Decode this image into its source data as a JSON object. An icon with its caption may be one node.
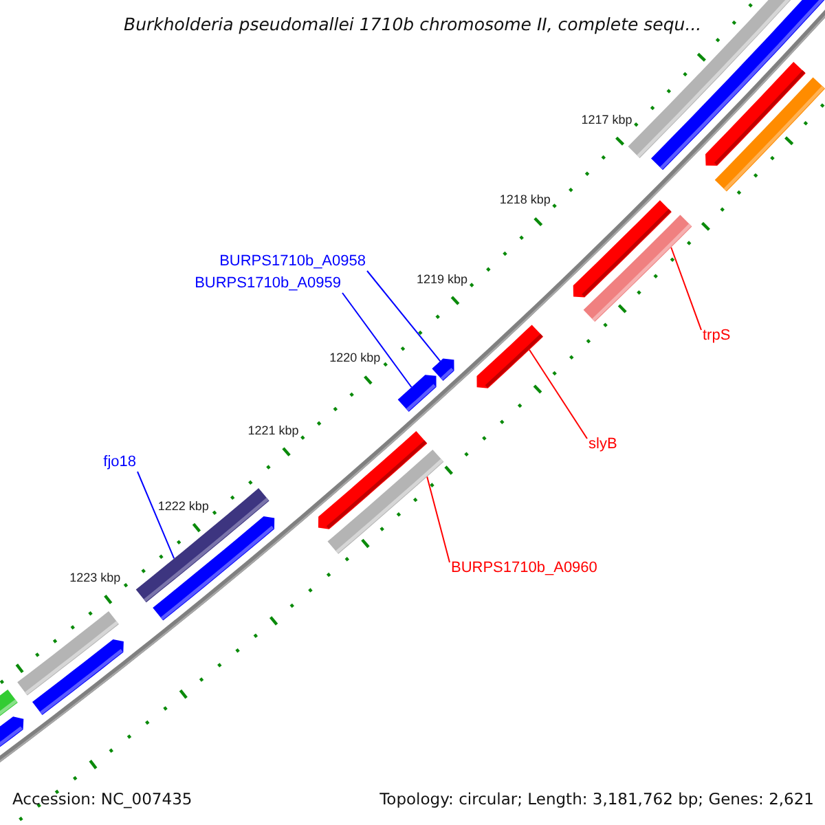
{
  "diagram": {
    "title": "Burkholderia pseudomallei 1710b chromosome II, complete sequ...",
    "nodes": [
      {
        "text": [
          "BURPS1710b_A0958"
        ]
      },
      {
        "text": [
          "BURPS1710b_A0959"
        ]
      },
      {
        "text": [
          "trpS"
        ]
      },
      {
        "text": [
          "slyB"
        ]
      },
      {
        "text": [
          "BURPS1710b_A0960"
        ]
      },
      {
        "text": [
          "fjo18"
        ]
      },
      {
        "text": [],
        "shape": "bar"
      },
      {
        "text": [],
        "shape": "bar"
      },
      {
        "text": [],
        "shape": "bar"
      },
      {
        "text": [],
        "shape": "bar"
      },
      {
        "text": [],
        "shape": "bar"
      },
      {
        "text": [],
        "shape": "bar"
      }
    ],
    "edges": [
      {
        "from": 0,
        "to": 6,
        "arrow": "none",
        "color": "#0000ff"
      },
      {
        "from": 1,
        "to": 7,
        "arrow": "none",
        "color": "#0000ff"
      },
      {
        "from": 2,
        "to": 8,
        "arrow": "none",
        "color": "#ff0000"
      },
      {
        "from": 3,
        "to": 9,
        "arrow": "none",
        "color": "#ff0000"
      },
      {
        "from": 4,
        "to": 10,
        "arrow": "none",
        "color": "#ff0000"
      },
      {
        "from": 5,
        "to": 11,
        "arrow": "none",
        "color": "#0000ff"
      }
    ],
    "labels": [
      "1217 kbp",
      "1218 kbp",
      "1219 kbp",
      "1220 kbp",
      "1221 kbp",
      "1222 kbp",
      "1223 kbp",
      "Accession: NC_007435",
      "Topology: circular; Length: 3,181,762 bp; Genes: 2,621"
    ]
  }
}
